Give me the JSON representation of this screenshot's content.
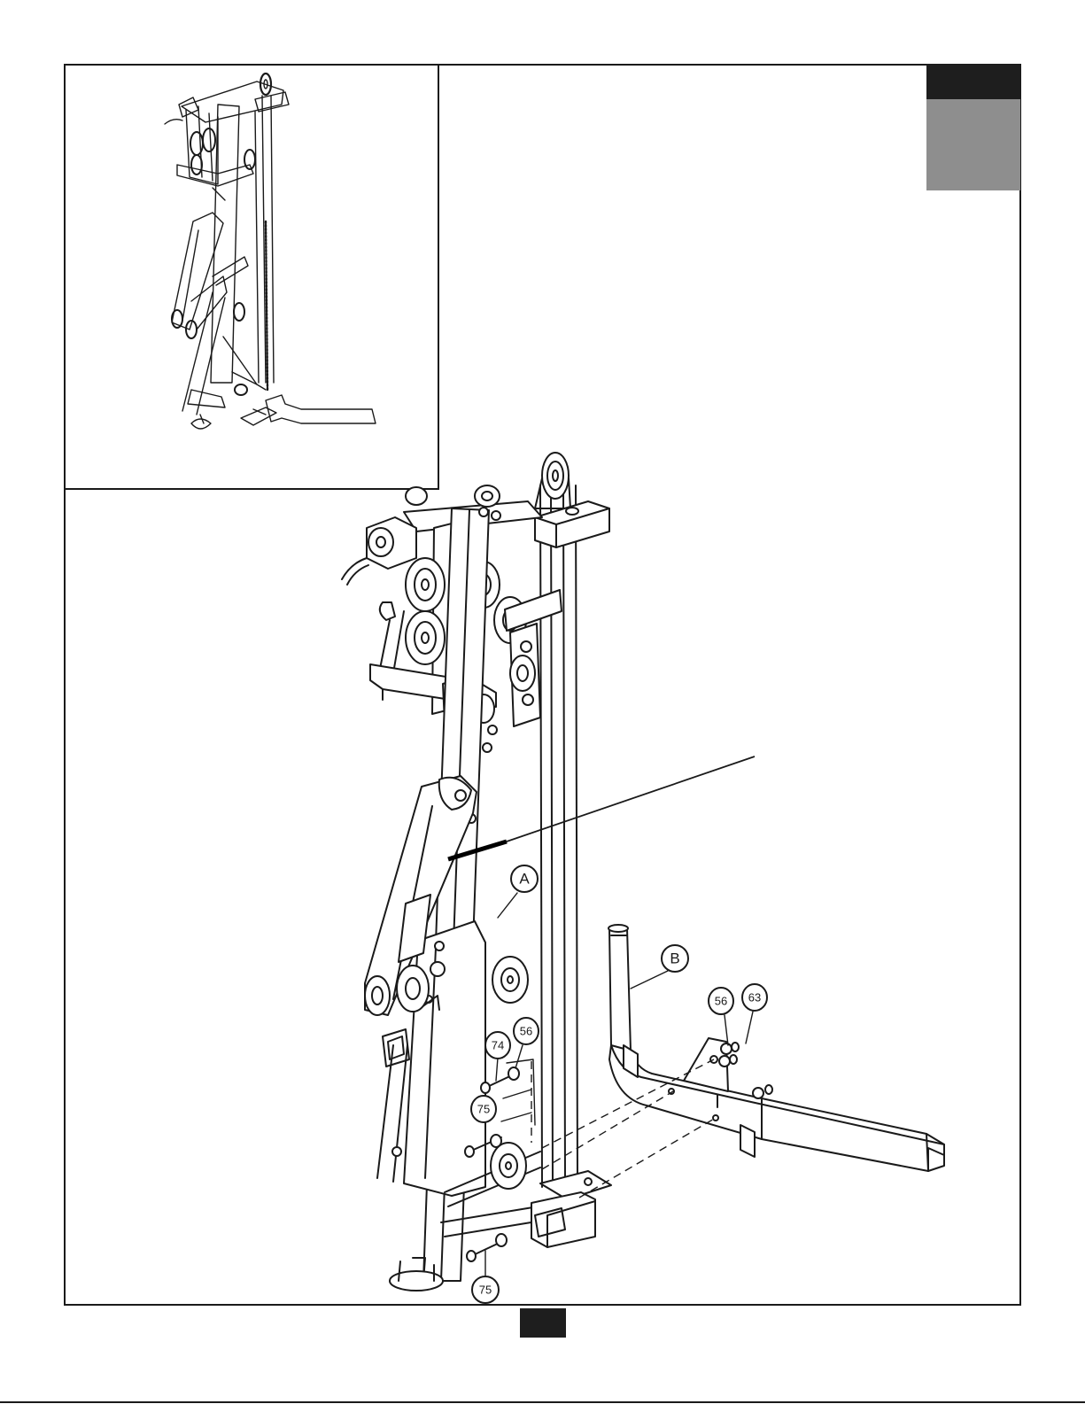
{
  "callouts": {
    "frame_a": "A",
    "base_b": "B",
    "washer_56_right": "56",
    "nut_63": "63",
    "bolt_74": "74",
    "washer_56_left": "56",
    "bolt_75_upper": "75",
    "bolt_75_lower": "75"
  },
  "colors": {
    "tab_top": "#1e1e1e",
    "tab_body": "#8e8e8e",
    "page_marker": "#1e1e1e",
    "line": "#1a1a1a"
  }
}
